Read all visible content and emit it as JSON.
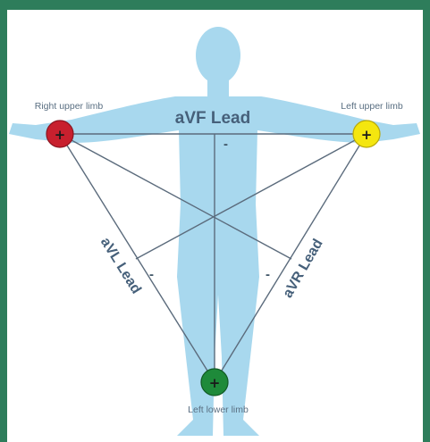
{
  "diagram": {
    "leads": {
      "avf": "aVF Lead",
      "avl": "aVL Lead",
      "avr": "aVR Lead"
    },
    "limbs": {
      "right_upper": "Right upper limb",
      "left_upper": "Left upper limb",
      "left_lower": "Left lower limb"
    },
    "electrode_sign": "+",
    "negative_sign": "-",
    "colors": {
      "frame": "#2e7d5b",
      "body": "#a8d8ee",
      "lines": "#5b6b7c",
      "right_upper_electrode": "#c8202e",
      "left_upper_electrode": "#f4e60f",
      "left_lower_electrode": "#1e8a3a"
    }
  }
}
